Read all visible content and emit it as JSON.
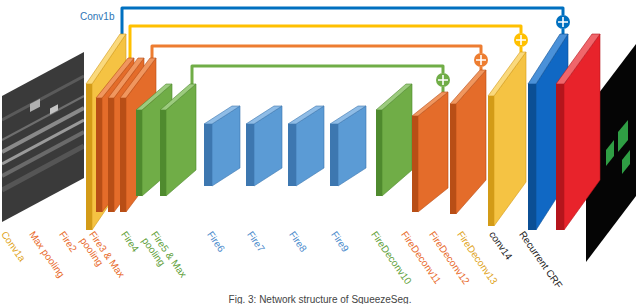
{
  "diagram": {
    "caption": "Fig. 3: Network structure of SqueezeSeg.",
    "nodes": [
      {
        "text": [
          "Conv1a"
        ]
      },
      {
        "text": [
          "Max pooling"
        ]
      },
      {
        "text": [
          "Fire2"
        ]
      },
      {
        "text": [
          "Fire3 & Max pooling"
        ]
      },
      {
        "text": [
          "Fire4"
        ]
      },
      {
        "text": [
          "Fire5 & Max pooling"
        ]
      },
      {
        "text": [
          "Fire6"
        ]
      },
      {
        "text": [
          "Fire7"
        ]
      },
      {
        "text": [
          "Fire8"
        ]
      },
      {
        "text": [
          "Fire9"
        ]
      },
      {
        "text": [
          "FireDeconv10"
        ]
      },
      {
        "text": [
          "FireDeconv11"
        ]
      },
      {
        "text": [
          "FireDeconv12"
        ]
      },
      {
        "text": [
          "FireDeconv13"
        ]
      },
      {
        "text": [
          "conv14"
        ]
      },
      {
        "text": [
          "Recurrent CRF"
        ]
      }
    ],
    "edges": [
      {
        "from": 0,
        "to": 14,
        "arrow": "none"
      },
      {
        "from": 1,
        "to": 13,
        "arrow": "none"
      },
      {
        "from": 3,
        "to": 12,
        "arrow": "none"
      },
      {
        "from": 5,
        "to": 11,
        "arrow": "none"
      }
    ],
    "labels": [
      "Conv1b"
    ]
  }
}
